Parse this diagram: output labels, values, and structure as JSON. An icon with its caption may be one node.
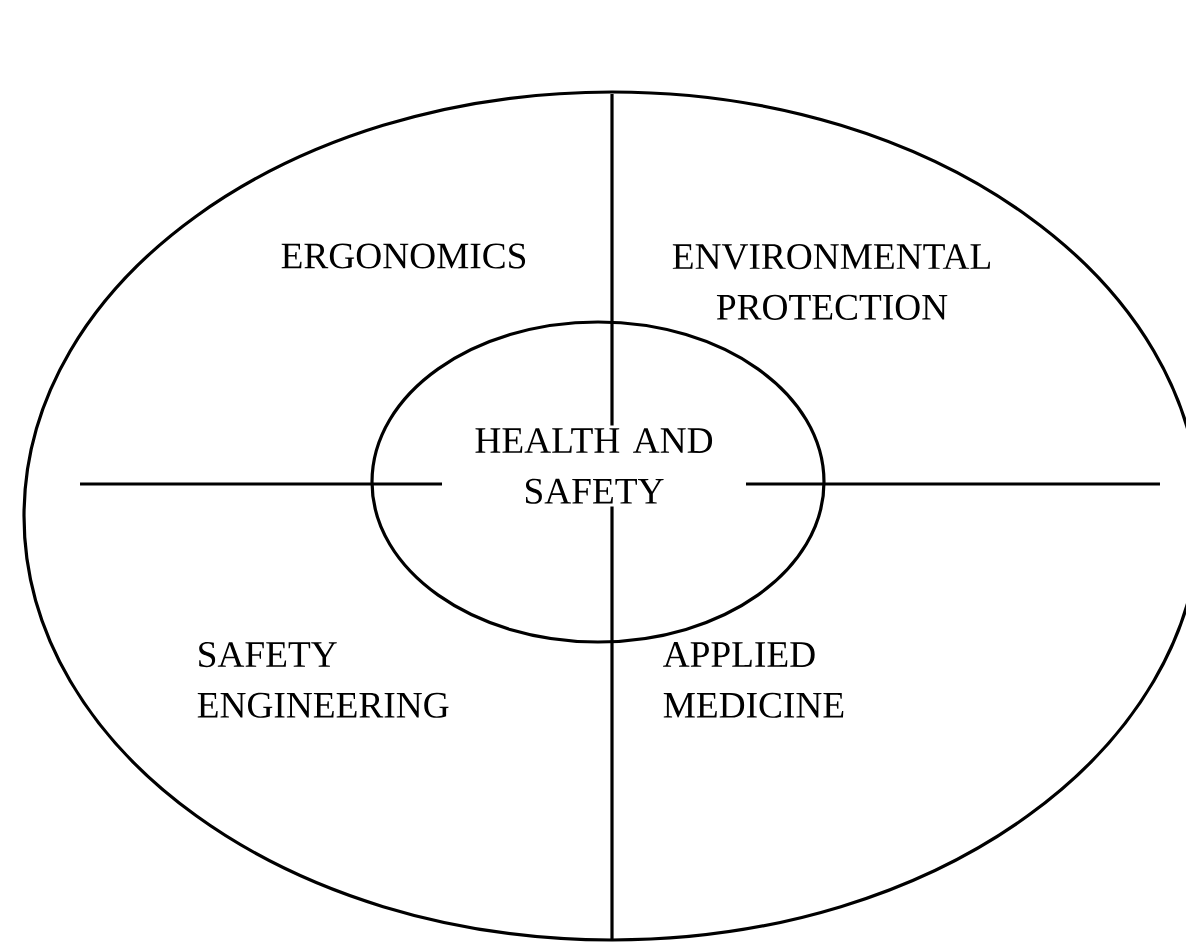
{
  "diagram": {
    "nodes": [
      {
        "text": [
          "HEALTH AND SAFETY"
        ]
      }
    ],
    "labels": [
      "ERGONOMICS",
      "ENVIRONMENTAL PROTECTION",
      "SAFETY ENGINEERING",
      "APPLIED MEDICINE"
    ]
  }
}
